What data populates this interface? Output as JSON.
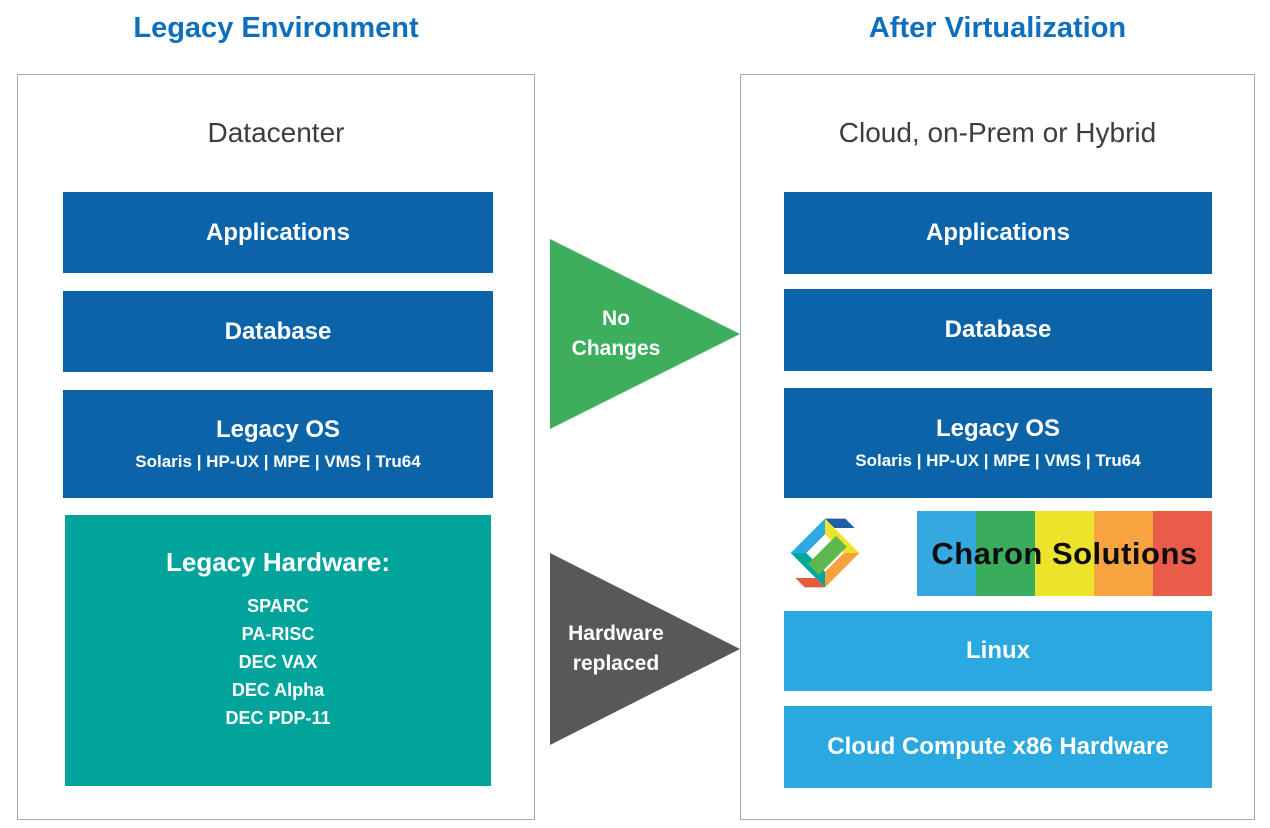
{
  "titles": {
    "left": "Legacy Environment",
    "right": "After Virtualization"
  },
  "left_panel": {
    "heading": "Datacenter",
    "boxes": [
      {
        "label": "Applications"
      },
      {
        "label": "Database"
      },
      {
        "label": "Legacy OS",
        "sub": "Solaris | HP-UX | MPE | VMS | Tru64"
      }
    ],
    "hardware": {
      "title": "Legacy Hardware:",
      "items": [
        "SPARC",
        "PA-RISC",
        "DEC VAX",
        "DEC Alpha",
        "DEC PDP-11"
      ]
    }
  },
  "arrows": [
    {
      "line1": "No",
      "line2": "Changes",
      "color": "#3cae5c"
    },
    {
      "line1": "Hardware",
      "line2": "replaced",
      "color": "#58585a"
    }
  ],
  "right_panel": {
    "heading": "Cloud, on-Prem or Hybrid",
    "boxes": [
      {
        "label": "Applications"
      },
      {
        "label": "Database"
      },
      {
        "label": "Legacy OS",
        "sub": "Solaris | HP-UX | MPE | VMS | Tru64"
      }
    ],
    "charon": {
      "label": "Charon Solutions",
      "logo_icon": "stromasys-charon-logo",
      "stripe_colors": [
        "#35a8e0",
        "#3aad5c",
        "#eee32b",
        "#f5a440",
        "#e85c49"
      ],
      "logo_colors": {
        "light_blue": "#2ea9e0",
        "dark_blue": "#1f5ca9",
        "yellow": "#f0e32b",
        "orange": "#f6a13b",
        "red": "#e65c3f",
        "teal": "#00a79d",
        "green": "#5cb94b"
      }
    },
    "linux_label": "Linux",
    "cloud_label": "Cloud Compute x86 Hardware"
  },
  "colors": {
    "title_blue": "#0e6fbe",
    "box_blue": "#0c64a8",
    "light_blue": "#29a9e0",
    "teal": "#00a49b",
    "heading_gray": "#3d3d3d",
    "panel_border": "#a9a9a9"
  }
}
